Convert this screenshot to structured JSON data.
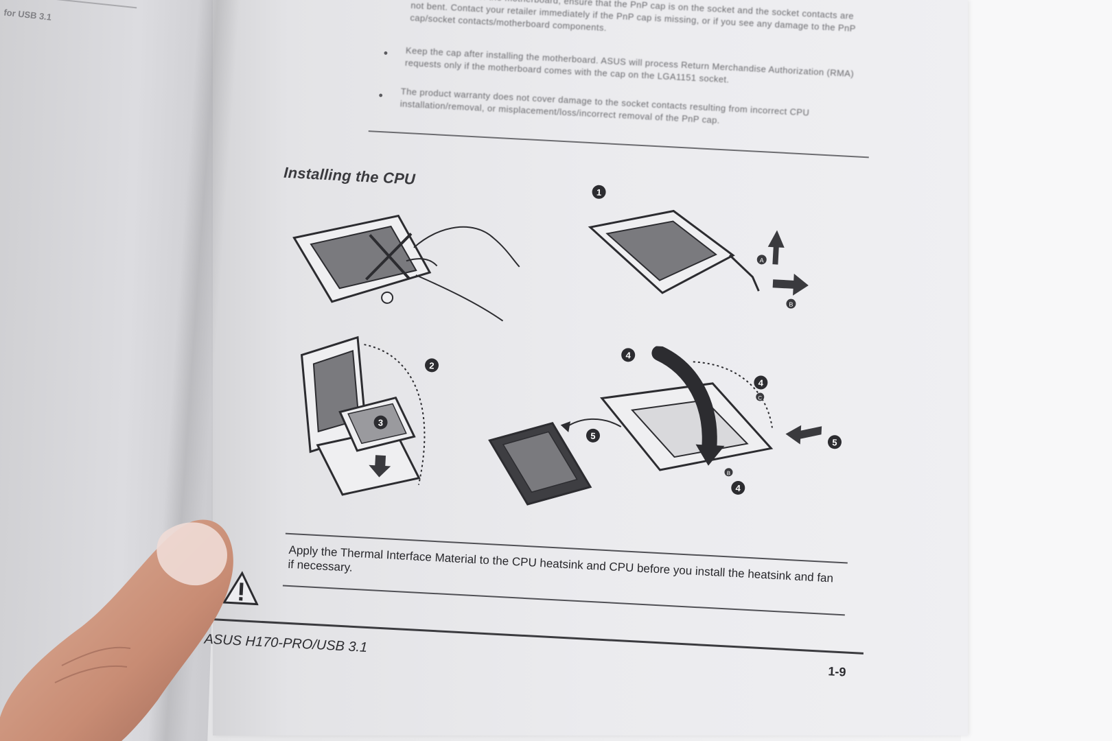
{
  "left_page": {
    "running_text": "for USB 3.1"
  },
  "top_bullets": [
    {
      "text": "Upon purchase of the motherboard, ensure that the PnP cap is on the socket and the socket contacts are not bent. Contact your retailer immediately if the PnP cap is missing, or if you see any damage to the PnP cap/socket contacts/motherboard components."
    },
    {
      "text": "Keep the cap after installing the motherboard. ASUS will process Return Merchandise Authorization (RMA) requests only if the motherboard comes with the cap on the LGA1151 socket."
    },
    {
      "text": "The product warranty does not cover damage to the socket contacts resulting from incorrect CPU installation/removal, or misplacement/loss/incorrect removal of the PnP cap."
    }
  ],
  "section": {
    "heading": "Installing the CPU"
  },
  "diagram_labels": {
    "step1": "1",
    "step2": "2",
    "step3": "3",
    "step4": "4",
    "step5": "5",
    "sub_a": "A",
    "sub_b": "B",
    "sub_c": "C"
  },
  "note": {
    "text": "Apply the Thermal Interface Material to the CPU heatsink and CPU before you install the heatsink and fan if necessary."
  },
  "footer": {
    "model": "ASUS H170-PRO/USB 3.1",
    "page_number": "1-9"
  },
  "icons": {
    "warning": "warning-triangle-icon"
  },
  "colors": {
    "ink": "#2c2c30",
    "socket_fill": "#7a7a7e",
    "page": "#ebebee"
  }
}
